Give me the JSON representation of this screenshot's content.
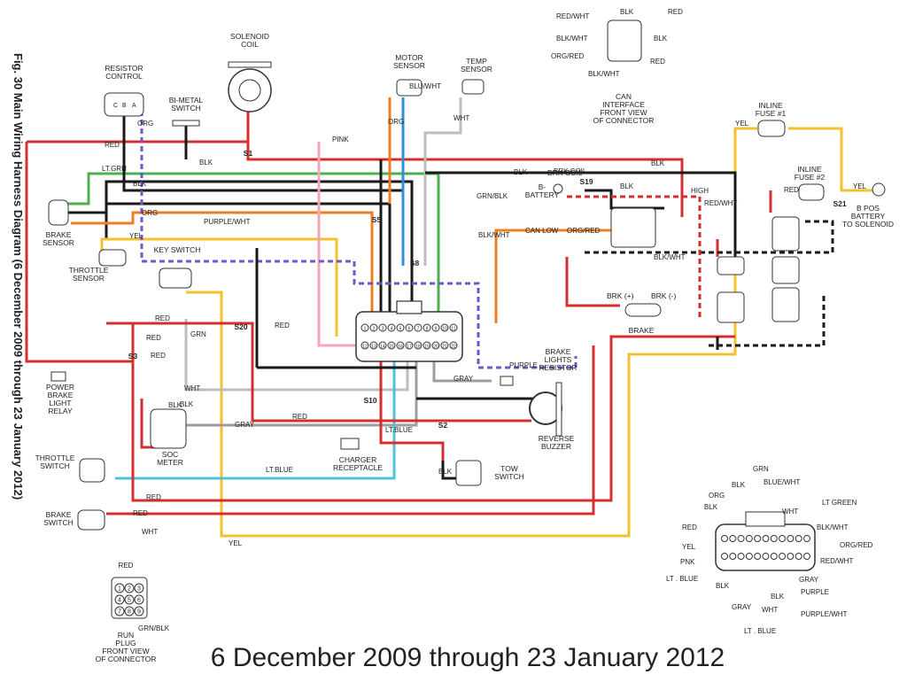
{
  "figure_caption": "Fig. 30  Main Wiring Harness Diagram (6 December 2009 through 23 January 2012)",
  "bottom_title": "6 December 2009 through 23 January 2012",
  "wire_colors": {
    "red": "#d32f2f",
    "black": "#1a1a1a",
    "orange": "#ef7d22",
    "yellow": "#f2c12e",
    "green": "#4caf50",
    "pink": "#f4a6b8",
    "purple": "#6a5acd",
    "gray": "#9e9e9e",
    "blue": "#2f8fd8",
    "white": "#bdbdbd",
    "lt_blue": "#4fc3d9"
  },
  "components": {
    "resistor_control": "RESISTOR\nCONTROL",
    "solenoid_coil": "SOLENOID\nCOIL",
    "bi_metal_switch": "BI-METAL\nSWITCH",
    "motor_sensor": "MOTOR\nSENSOR",
    "temp_sensor": "TEMP\nSENSOR",
    "brake_sensor": "BRAKE\nSENSOR",
    "throttle_sensor": "THROTTLE\nSENSOR",
    "key_switch": "KEY SWITCH",
    "power_brake_light_relay": "POWER\nBRAKE\nLIGHT\nRELAY",
    "throttle_switch": "THROTTLE\nSWITCH",
    "brake_switch": "BRAKE\nSWITCH",
    "soc_meter": "SOC\nMETER",
    "charger_receptacle": "CHARGER\nRECEPTACLE",
    "tow_switch": "TOW\nSWITCH",
    "reverse_buzzer": "REVERSE\nBUZZER",
    "brake_lights_resistor": "BRAKE\nLIGHTS\nRESISTOR",
    "brake": "BRAKE",
    "can_interface": "CAN\nINTERFACE\nFRONT VIEW\nOF CONNECTOR",
    "inline_fuse_1": "INLINE\nFUSE #1",
    "inline_fuse_2": "INLINE\nFUSE #2",
    "b_battery": "B-\nBATTERY",
    "b_pos_battery": "B POS\nBATTERY\nTO SOLENOID",
    "run_plug": "RUN\nPLUG\nFRONT VIEW\nOF CONNECTOR",
    "brk_pos": "BRK (+)",
    "brk_neg": "BRK (-)",
    "brk_coil": "BRK COIL"
  },
  "splices": [
    "S1",
    "S2",
    "S3",
    "S5",
    "S8",
    "S10",
    "S19",
    "S20",
    "S21"
  ],
  "wire_labels": [
    "RED",
    "ORG",
    "LT.GRN",
    "BLK",
    "BLK",
    "ORG",
    "PURPLE/WHT",
    "YEL",
    "PINK",
    "WHT",
    "BLU/WHT",
    "ORG",
    "GRN/BLK",
    "BLK/WHT",
    "CAN LOW",
    "ORG/RED",
    "HIGH",
    "RED/WHT",
    "BLK",
    "BRK COIL",
    "BLK",
    "BLK",
    "YEL",
    "RED",
    "YEL",
    "RED",
    "RED",
    "RED",
    "RED",
    "GRN",
    "WHT",
    "BLK",
    "GRAY",
    "GRAY",
    "PURPLE",
    "RED",
    "LT.BLUE",
    "LT.BLUE",
    "RED",
    "BLK",
    "RED",
    "WHT",
    "YEL",
    "BLK/WHT",
    "BLK"
  ],
  "can_connector_pins": {
    "title": "CAN INTERFACE",
    "labels": [
      "RED/WHT",
      "BLK",
      "RED",
      "BLK/WHT",
      "BLK",
      "ORG/RED",
      "BLK/WHT",
      "RED"
    ]
  },
  "main_connector_pins": {
    "labels": [
      "GRN",
      "BLK",
      "BLUE/WHT",
      "ORG",
      "BLK",
      "LT GREEN",
      "WHT",
      "RED",
      "BLK/WHT",
      "YEL",
      "ORG/RED",
      "PNK",
      "RED/WHT",
      "LT . BLUE",
      "GRAY",
      "BLK",
      "PURPLE",
      "GRAY",
      "BLK",
      "WHT",
      "PURPLE/WHT",
      "LT . BLUE"
    ]
  },
  "run_plug_pins": {
    "labels": [
      "RED",
      "GRN/BLK"
    ],
    "numbers": [
      "1",
      "2",
      "3",
      "4",
      "5",
      "6",
      "7",
      "8",
      "9"
    ]
  },
  "main_harness_connector_numbers": [
    "1",
    "2",
    "3",
    "4",
    "5",
    "6",
    "7",
    "8",
    "9",
    "10",
    "11",
    "12",
    "13",
    "14",
    "15",
    "16",
    "17",
    "18",
    "19",
    "20",
    "21",
    "22"
  ]
}
